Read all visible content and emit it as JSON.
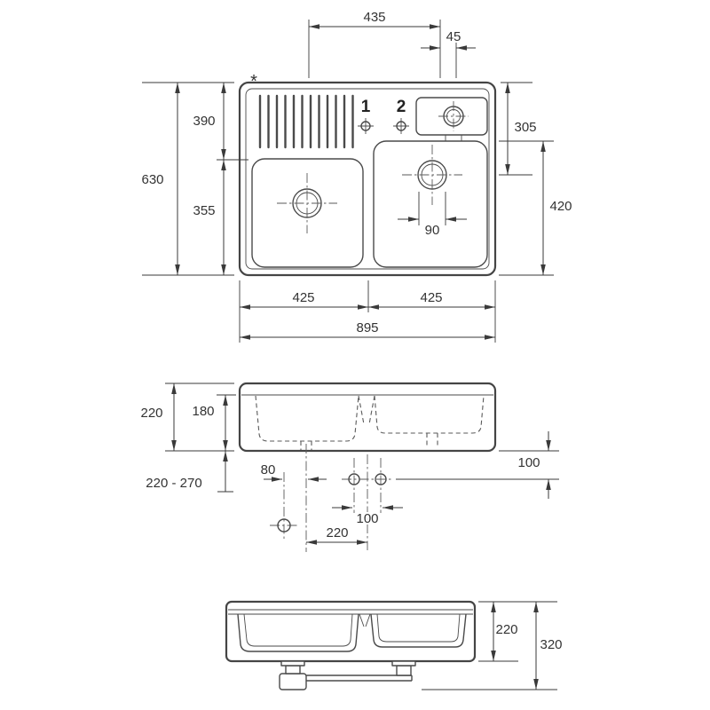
{
  "annotations": {
    "asterisk": "*"
  },
  "top_view": {
    "tap_hole_1_label": "1",
    "tap_hole_2_label": "2",
    "dims": {
      "top_width": "435",
      "tap_offset": "45",
      "overall_depth": "630",
      "upper_depth": "390",
      "lower_depth": "355",
      "right_upper_depth": "305",
      "right_bowl_depth": "420",
      "drain_diameter": "90",
      "left_bowl_width": "425",
      "right_bowl_width": "425",
      "overall_width": "895"
    }
  },
  "section_view": {
    "dims": {
      "body_height": "220",
      "bowl_depth": "180",
      "mounting_range": "220 - 270",
      "drain_offset": "80",
      "holes_spacing": "100",
      "holes_below": "100",
      "center_offset": "220"
    }
  },
  "front_view": {
    "dims": {
      "body_height": "220",
      "total_height": "320"
    }
  }
}
